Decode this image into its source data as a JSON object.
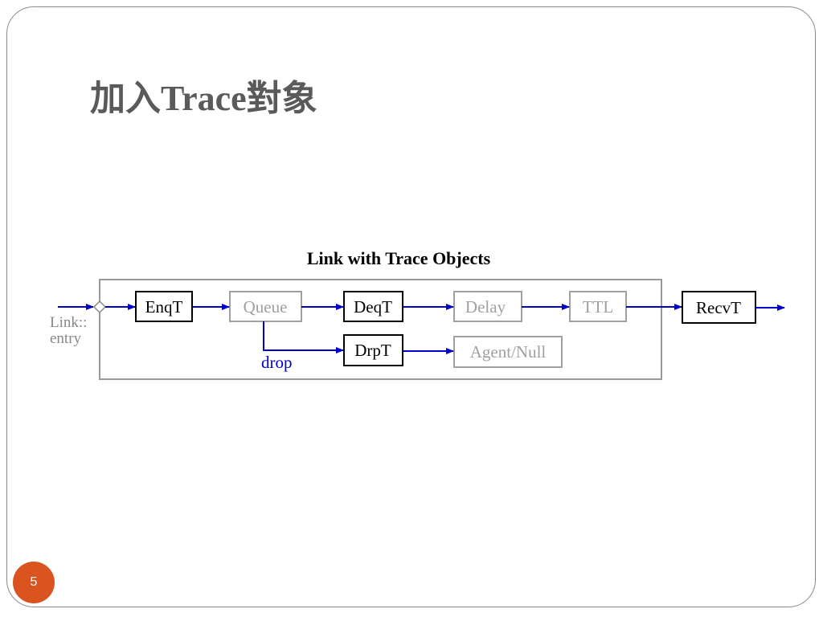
{
  "slide": {
    "title": "加入Trace對象",
    "page_number": "5"
  },
  "diagram": {
    "title": "Link with Trace Objects",
    "entry_label_line1": "Link::",
    "entry_label_line2": "entry",
    "drop_label": "drop",
    "nodes": {
      "enqt": "EnqT",
      "queue": "Queue",
      "deqt": "DeqT",
      "delay": "Delay",
      "ttl": "TTL",
      "recvt": "RecvT",
      "drpt": "DrpT",
      "agent_null": "Agent/Null"
    },
    "colors": {
      "arrow": "#0000cc",
      "active_node": "#000000",
      "inactive_node": "#a0a0a0",
      "container": "#999999",
      "badge": "#d9541e"
    }
  }
}
